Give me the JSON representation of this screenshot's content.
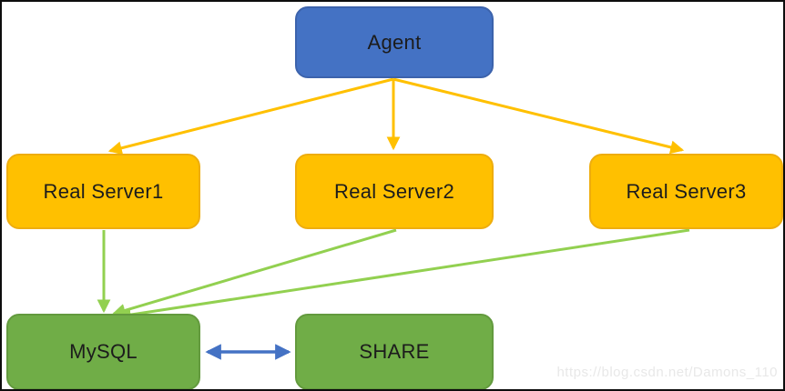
{
  "nodes": {
    "agent": {
      "label": "Agent",
      "fill": "#4472C4"
    },
    "real_server_1": {
      "label": "Real Server1",
      "fill": "#FFC000"
    },
    "real_server_2": {
      "label": "Real Server2",
      "fill": "#FFC000"
    },
    "real_server_3": {
      "label": "Real Server3",
      "fill": "#FFC000"
    },
    "mysql": {
      "label": "MySQL",
      "fill": "#70AD47"
    },
    "share": {
      "label": "SHARE",
      "fill": "#70AD47"
    }
  },
  "edges": [
    {
      "from": "agent",
      "to": "real_server_1",
      "color": "#FFC000",
      "direction": "one-way"
    },
    {
      "from": "agent",
      "to": "real_server_2",
      "color": "#FFC000",
      "direction": "one-way"
    },
    {
      "from": "agent",
      "to": "real_server_3",
      "color": "#FFC000",
      "direction": "one-way"
    },
    {
      "from": "real_server_1",
      "to": "mysql",
      "color": "#92D050",
      "direction": "one-way"
    },
    {
      "from": "real_server_2",
      "to": "mysql",
      "color": "#92D050",
      "direction": "one-way"
    },
    {
      "from": "real_server_3",
      "to": "mysql",
      "color": "#92D050",
      "direction": "one-way"
    },
    {
      "from": "mysql",
      "to": "share",
      "color": "#4472C4",
      "direction": "two-way"
    }
  ],
  "colors": {
    "agent_box": "#4472C4",
    "server_box": "#FFC000",
    "storage_box": "#70AD47",
    "arrow_orange": "#FFC000",
    "arrow_green": "#92D050",
    "arrow_blue": "#4472C4",
    "frame": "#0d0d0d"
  },
  "watermark": {
    "text": "https://blog.csdn.net/Damons_110",
    "color": "#e8e8e8"
  }
}
